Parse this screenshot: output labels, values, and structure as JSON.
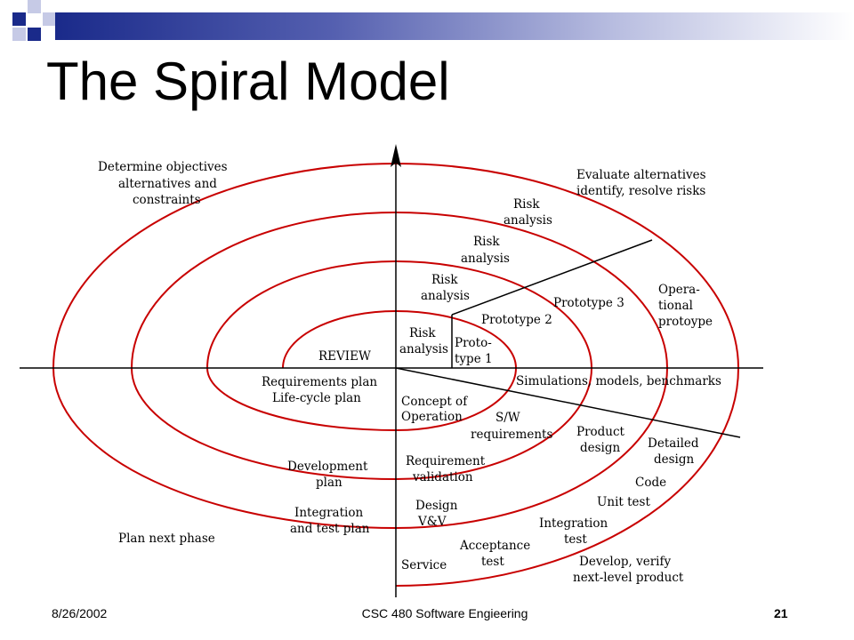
{
  "slide": {
    "title": "The Spiral Model",
    "footer": {
      "date": "8/26/2002",
      "course": "CSC 480 Software Engieering",
      "page": "21"
    }
  },
  "colors": {
    "spiral": "#c80000",
    "axes": "#000000",
    "header_dark": "#1a2a8a",
    "header_mid": "#5560b0",
    "header_light": "#b8bde0"
  },
  "diagram": {
    "labels": {
      "determine_objectives": [
        "Determine objectives",
        "alternatives and",
        "constraints"
      ],
      "evaluate_alternatives": [
        "Evaluate alternatives",
        "identify, resolve risks"
      ],
      "risk_analysis_4": [
        "Risk",
        "analysis"
      ],
      "risk_analysis_3": [
        "Risk",
        "analysis"
      ],
      "risk_analysis_2": [
        "Risk",
        "analysis"
      ],
      "risk_analysis_1": [
        "Risk",
        "analysis"
      ],
      "prototype_1": [
        "Proto-",
        "type 1"
      ],
      "prototype_2": [
        "Prototype 2"
      ],
      "prototype_3": [
        "Prototype 3"
      ],
      "operational_prototype": [
        "Opera-",
        "tional",
        "protoype"
      ],
      "review": [
        "REVIEW"
      ],
      "requirements_plan": [
        "Requirements plan",
        "Life-cycle plan"
      ],
      "concept_of_operation": [
        "Concept of",
        "Operation"
      ],
      "simulations": [
        "Simulations, models, benchmarks"
      ],
      "sw_requirements": [
        "S/W",
        "requirements"
      ],
      "product_design": [
        "Product",
        "design"
      ],
      "detailed_design": [
        "Detailed",
        "design"
      ],
      "development_plan": [
        "Development",
        "plan"
      ],
      "requirement_validation": [
        "Requirement",
        "validation"
      ],
      "code": [
        "Code"
      ],
      "unit_test": [
        "Unit test"
      ],
      "integration_test_plan": [
        "Integration",
        "and test plan"
      ],
      "design_vv": [
        "Design",
        "V&V"
      ],
      "integration_test": [
        "Integration",
        "test"
      ],
      "plan_next_phase": [
        "Plan next phase"
      ],
      "acceptance_test": [
        "Acceptance",
        "test"
      ],
      "service": [
        "Service"
      ],
      "develop_verify": [
        "Develop, verify",
        "next-level product"
      ]
    }
  }
}
